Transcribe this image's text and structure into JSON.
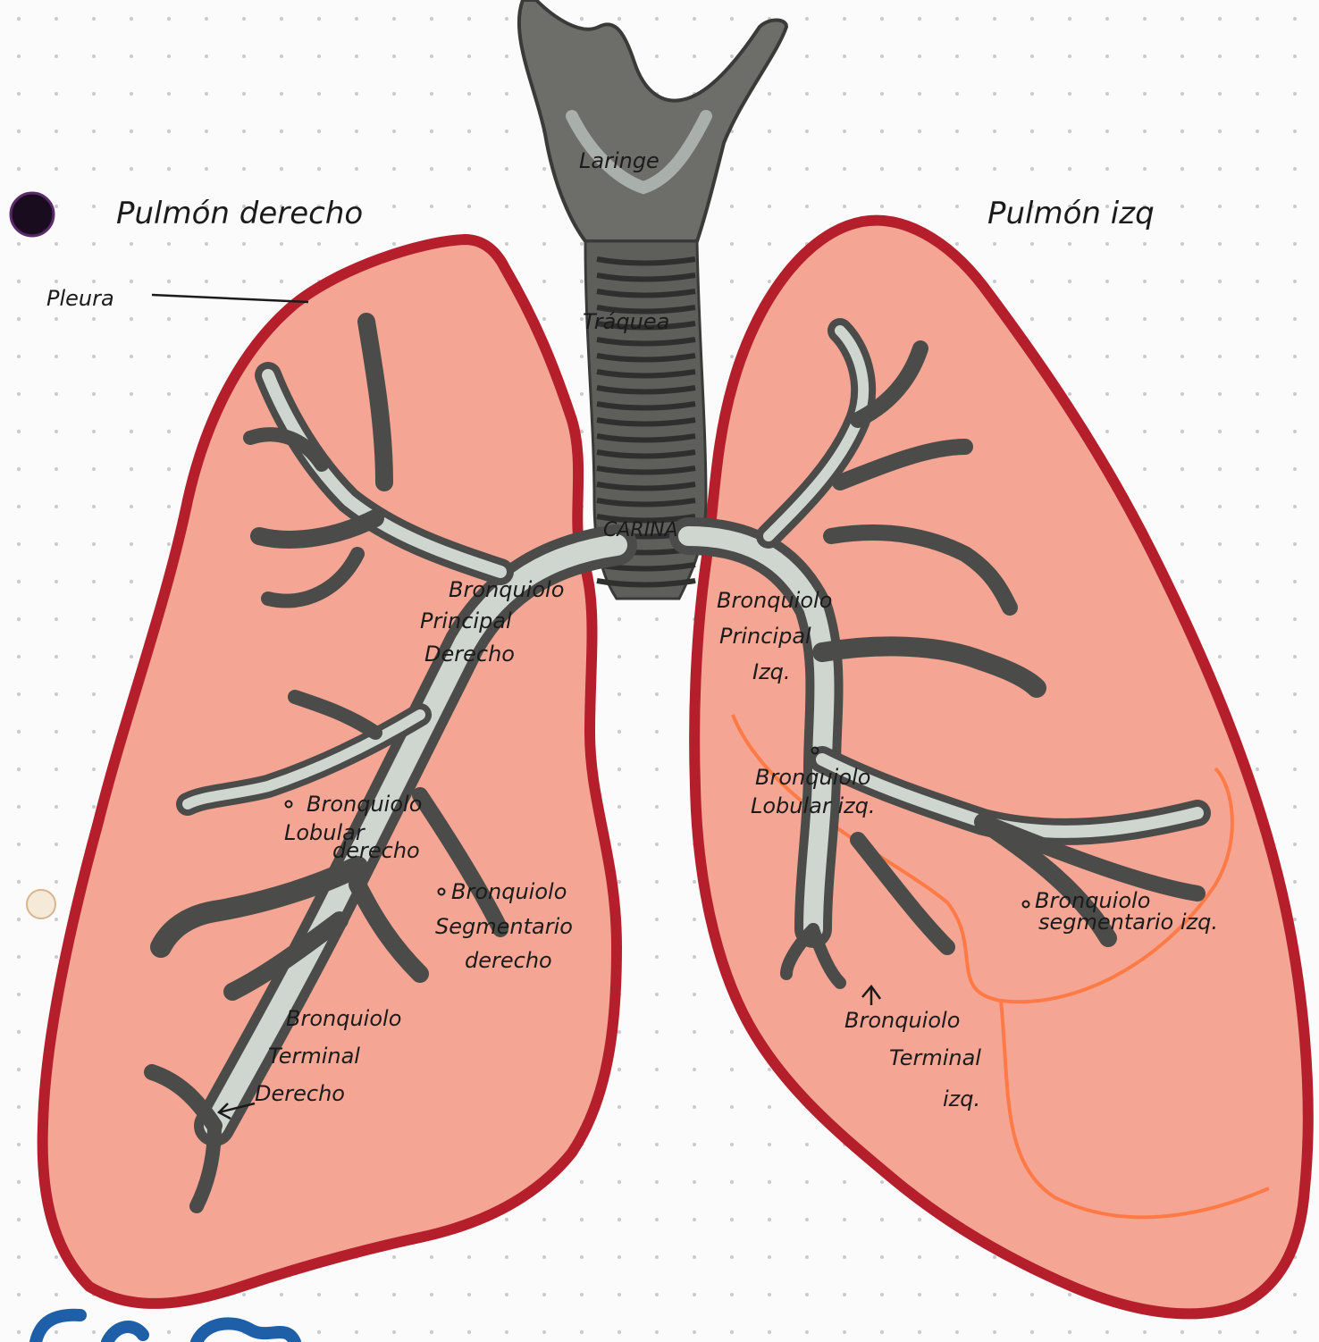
{
  "colors": {
    "paper": "#fbfbfb",
    "dots": "#c9c9cf",
    "lung_fill": "#f4a593",
    "lung_outline": "#b51f2c",
    "airway_dark": "#4b4c49",
    "airway_light": "#cfd6d0",
    "ink": "#1b1b1b",
    "left_lobe_line": "#ff7a45",
    "bottom_ink": "#1e5fa8"
  },
  "headings": {
    "right_lung": "Pulmón derecho",
    "left_lung": "Pulmón izq"
  },
  "labels": {
    "pleura": "Pleura",
    "larynx": "Laringe",
    "trachea": "Tráquea",
    "carina": "CARINA",
    "right_main": [
      "Bronquiolo",
      "Principal",
      "Derecho"
    ],
    "left_main": [
      "Bronquiolo",
      "Principal",
      "Izq."
    ],
    "right_lobular": [
      "Bronquiolo",
      "Lobular",
      "derecho"
    ],
    "left_lobular": [
      "Bronquiolo",
      "Lobular izq."
    ],
    "right_segmental": [
      "Bronquiolo",
      "Segmentario",
      "derecho"
    ],
    "left_segmental": [
      "Bronquiolo",
      "segmentario izq."
    ],
    "right_terminal": [
      "Bronquiolo",
      "Terminal",
      "Derecho"
    ],
    "left_terminal": [
      "Bronquiolo",
      "Terminal",
      "izq."
    ]
  },
  "icons": {
    "bullet": "purple-dot-icon",
    "sticker": "round-sticker-icon"
  }
}
